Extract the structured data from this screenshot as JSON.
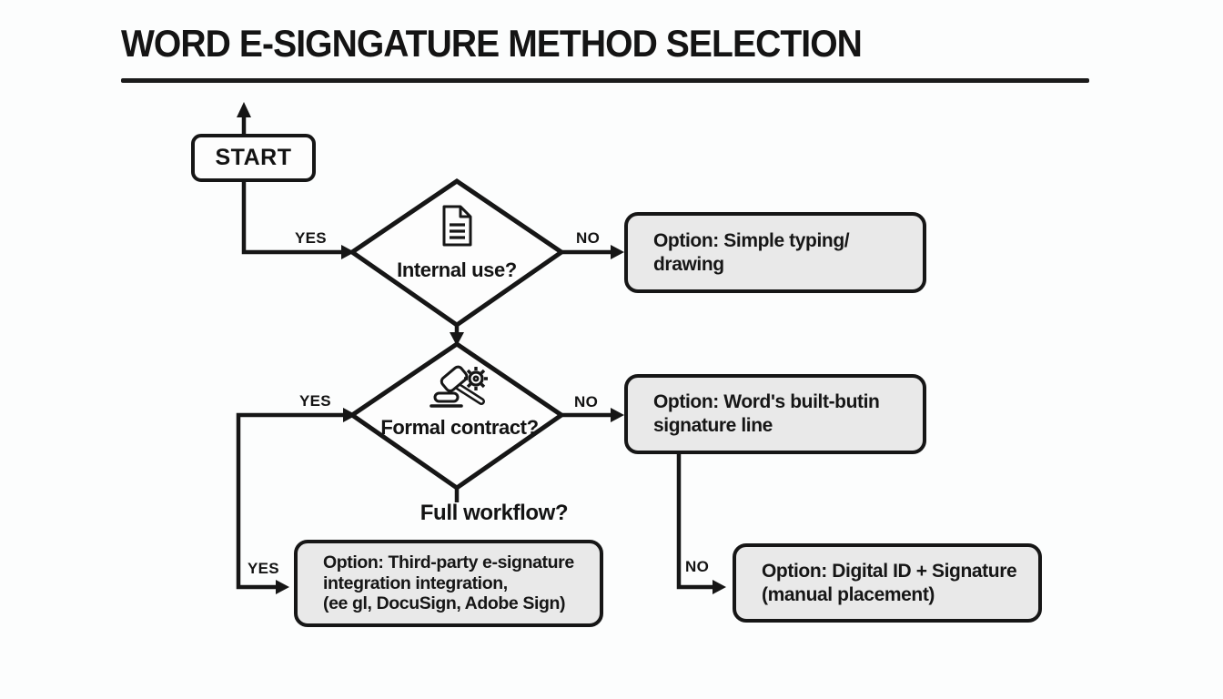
{
  "title": "WORD E-SIGNGATURE METHOD SELECTION",
  "flowchart": {
    "start": "START",
    "decision_internal": "Internal use?",
    "decision_formal": "Formal contract?",
    "decision_workflow": "Full workflow?",
    "label_yes": "YES",
    "label_no": "NO",
    "option_typing_line1": "Option: Simple typing/",
    "option_typing_line2": "drawing",
    "option_builtin_line1": "Option: Word's built-butin",
    "option_builtin_line2": "signature line",
    "option_thirdparty_line1": "Option: Third-party e-signature",
    "option_thirdparty_line2": "integration integration,",
    "option_thirdparty_line3": "(ee gl, DocuSign, Adobe Sign)",
    "option_digitalid_line1": "Option: Digital ID + Signature",
    "option_digitalid_line2": "(manual placement)",
    "icons": {
      "decision_internal": "document-icon",
      "decision_formal": "gavel-gear-icon"
    },
    "colors": {
      "ink": "#161616",
      "box_fill": "#e9e9e9",
      "background": "#fcfdfd"
    }
  }
}
